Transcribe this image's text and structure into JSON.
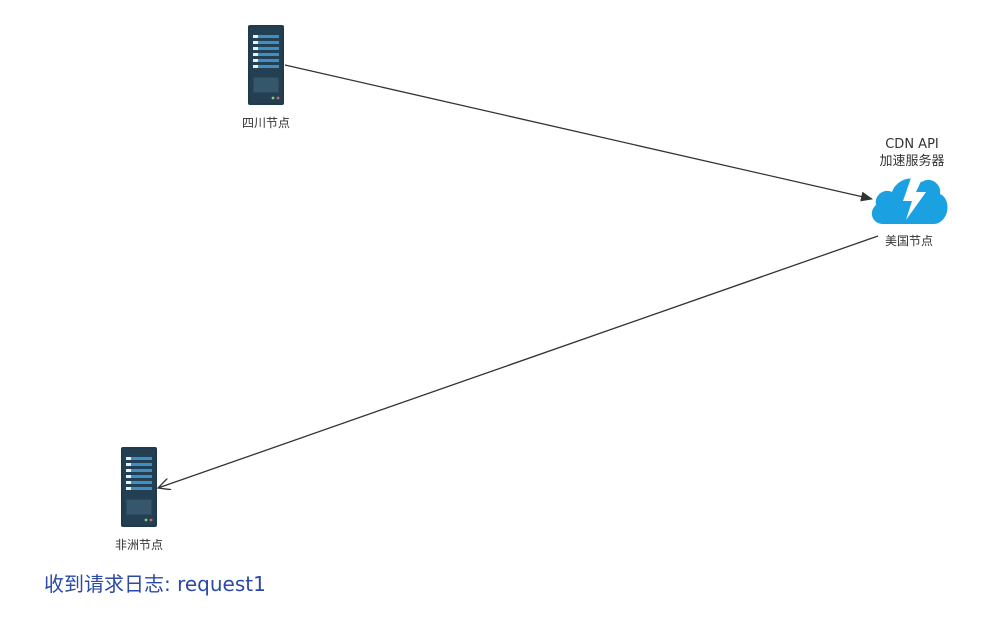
{
  "nodes": {
    "sichuan": {
      "label": "四川节点"
    },
    "usa": {
      "label": "美国节点",
      "caption_line1": "CDN API",
      "caption_line2": "加速服务器"
    },
    "africa": {
      "label": "非洲节点"
    }
  },
  "log": {
    "text": "收到请求日志: request1"
  },
  "colors": {
    "server_body": "#1f3a4d",
    "server_slot": "#3d8fc4",
    "cloud": "#1ba1e2",
    "arrow": "#333333",
    "log_text": "#2b4aa6"
  },
  "icons": {
    "server": "server-icon",
    "cloud": "cloud-lightning-icon"
  }
}
